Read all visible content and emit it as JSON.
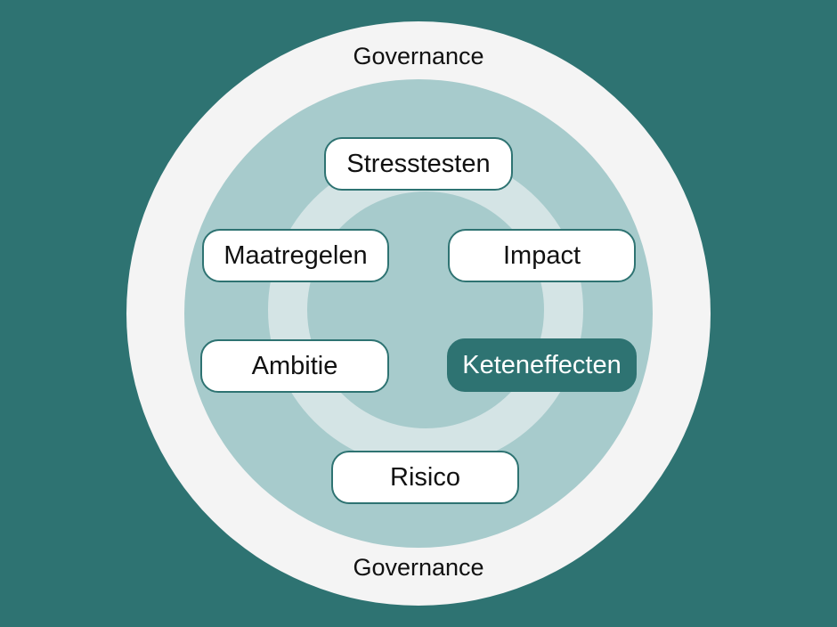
{
  "governance": {
    "top_label": "Governance",
    "bottom_label": "Governance"
  },
  "steps": [
    {
      "label": "Stresstesten",
      "highlighted": false
    },
    {
      "label": "Maatregelen",
      "highlighted": false
    },
    {
      "label": "Impact",
      "highlighted": false
    },
    {
      "label": "Ambitie",
      "highlighted": false
    },
    {
      "label": "Keteneffecten",
      "highlighted": true
    },
    {
      "label": "Risico",
      "highlighted": false
    }
  ],
  "colors": {
    "background": "#2e7372",
    "outer_ring": "#f4f4f4",
    "inner_disc": "#a7cbcc",
    "cycle_ring": "#d4e4e5",
    "box_border": "#2e7372",
    "box_fill": "#ffffff",
    "highlight_fill": "#2e7372"
  }
}
